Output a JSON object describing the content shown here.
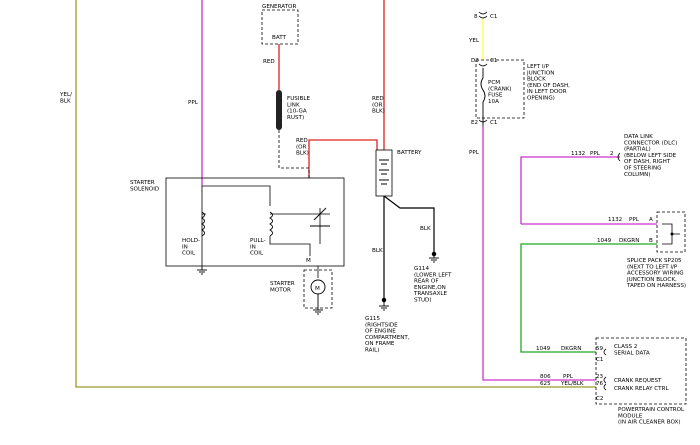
{
  "wire_colors": {
    "ppl": "#cc33cc",
    "red": "#e02020",
    "yel": "#ffff44",
    "yel_blk": "#9a9a28",
    "dkgrn": "#22aa22",
    "blk": "#000000"
  },
  "labels": {
    "yel_blk_left": "YEL/\nBLK",
    "ppl_left": "PPL",
    "generator": "GENERATOR",
    "batt": "BATT",
    "red_gen": "RED",
    "fusible_link": "FUSIBLE\nLINK\n(10-GA\nRUST)",
    "red_or_blk_mid": "RED\n(OR\nBLK)",
    "red_or_blk_right": "RED\n(OR\nBLK)",
    "battery": "BATTERY",
    "starter_solenoid": "STARTER\nSOLENOID",
    "hold_in_coil": "HOLD-\nIN\nCOIL",
    "pull_in_coil": "PULL-\nIN\nCOIL",
    "m_terminal": "M",
    "starter_motor": "STARTER\nMOTOR",
    "motor_symbol": "M",
    "blk_ground_left": "BLK",
    "blk_ground_right": "BLK",
    "g115": "G115\n(RIGHTSIDE\nOF ENGINE\nCOMPARTMENT,\nON FRAME\nRAIL)",
    "g114": "G114\n(LOWER LEFT\nREAR OF\nENGINE,ON\nTRANSAXLE\nSTUD)",
    "pin_8": "8",
    "c1_top": "C1",
    "yel": "YEL",
    "d3": "D3",
    "c1_d3": "C1",
    "left_ip_junction_block": "LEFT I/P\nJUNCTION\nBLOCK\n(END OF DASH,\nIN LEFT DOOR\nOPENING)",
    "pcm_fuse": "PCM\n(CRANK)\nFUSE\n10A",
    "e2": "E2",
    "c1_e2": "C1",
    "ppl_vertical": "PPL",
    "dlc": "DATA LINK\nCONNECTOR (DLC)\n(PARTIAL)\n(BELOW LEFT SIDE\nOF DASH, RIGHT\nOF STEERING\nCOLUMN)",
    "dlc_circuit": "1132",
    "dlc_color": "PPL",
    "dlc_pin": "2",
    "splice_circuit_a": "1132",
    "splice_color_a": "PPL",
    "splice_pin_a": "A",
    "splice_circuit_b": "1049",
    "splice_color_b": "DKGRN",
    "splice_pin_b": "B",
    "splice_pack": "SPLICE PACK SP205\n(NEXT TO LEFT I/P\nACCESSORY WIRING\nJUNCTION BLOCK,\nTAPED ON HARNESS)",
    "pcm_circuit_59": "1049",
    "pcm_color_59": "DKGRN",
    "pcm_pin_59": "59",
    "class2": "CLASS 2\nSERIAL DATA",
    "c1_pcm": "C1",
    "pcm_circuit_23": "806",
    "pcm_color_23": "PPL",
    "pcm_pin_23": "23",
    "crank_request": "CRANK REQUEST",
    "pcm_circuit_76": "625",
    "pcm_color_76": "YEL/BLK",
    "pcm_pin_76": "76",
    "crank_relay_ctrl": "CRANK RELAY CTRL",
    "c2_pcm": "C2",
    "pcm_module": "POWERTRAIN CONTROL\nMODULE\n(IN AIR CLEANER BOX)"
  }
}
